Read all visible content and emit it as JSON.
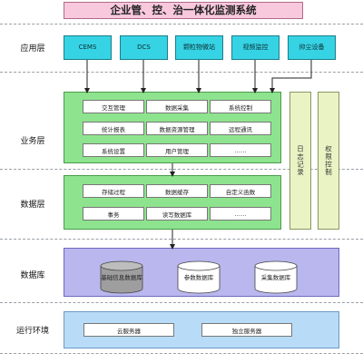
{
  "title": "企业管、控、治一体化监测系统",
  "layers": {
    "app": "应用层",
    "business": "业务层",
    "data_layer": "数据层",
    "database": "数据库",
    "runtime": "运行环境"
  },
  "app_boxes": [
    "CEMS",
    "DCS",
    "颗粒物微站",
    "视频监控",
    "抑尘设备"
  ],
  "business_cells": [
    "交互管理",
    "数据采集",
    "系统控制",
    "统计报表",
    "数据资源管理",
    "远程通讯",
    "系统设置",
    "用户管理",
    "……"
  ],
  "data_cells": [
    "存储过程",
    "数据缓存",
    "自定义函数",
    "事务",
    "读写数据库",
    "……"
  ],
  "sidebars": [
    "日志记录",
    "权限控制"
  ],
  "databases": [
    "基础信息数据库",
    "参数数据库",
    "采集数据库"
  ],
  "servers": [
    "云服务器",
    "独立服务器"
  ],
  "colors": {
    "title_bg": "#f8c8dc",
    "app_box": "#36d3e4",
    "business_panel": "#8ee48e",
    "sidebar": "#eaf3c4",
    "database_panel": "#b9b7ee",
    "runtime_panel": "#b8dcf7"
  }
}
